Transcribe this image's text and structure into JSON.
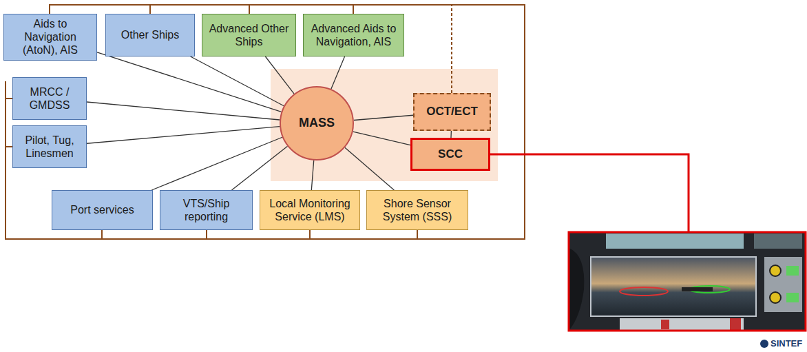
{
  "diagram": {
    "nodes": [
      {
        "text": [
          "Aids to Navigation (AtoN), AIS"
        ]
      },
      {
        "text": [
          "Other Ships"
        ]
      },
      {
        "text": [
          "Advanced Other Ships"
        ]
      },
      {
        "text": [
          "Advanced Aids to Navigation, AIS"
        ]
      },
      {
        "text": [
          "MRCC / GMDSS"
        ]
      },
      {
        "text": [
          "Pilot, Tug, Linesmen"
        ]
      },
      {
        "text": [
          "MASS"
        ]
      },
      {
        "text": [
          "OCT/ECT"
        ]
      },
      {
        "text": [
          "SCC"
        ]
      },
      {
        "text": [
          "Port services"
        ]
      },
      {
        "text": [
          "VTS/Ship reporting"
        ]
      },
      {
        "text": [
          "Local Monitoring Service (LMS)"
        ]
      },
      {
        "text": [
          "Shore Sensor System (SSS)"
        ]
      }
    ],
    "edges": [
      {
        "from": 6,
        "to": 0,
        "arrow": "none"
      },
      {
        "from": 6,
        "to": 1,
        "arrow": "none"
      },
      {
        "from": 6,
        "to": 2,
        "arrow": "none"
      },
      {
        "from": 6,
        "to": 3,
        "arrow": "none"
      },
      {
        "from": 6,
        "to": 4,
        "arrow": "none"
      },
      {
        "from": 6,
        "to": 5,
        "arrow": "none"
      },
      {
        "from": 6,
        "to": 7,
        "arrow": "none"
      },
      {
        "from": 6,
        "to": 8,
        "arrow": "none"
      },
      {
        "from": 6,
        "to": 9,
        "arrow": "none"
      },
      {
        "from": 6,
        "to": 10,
        "arrow": "none"
      },
      {
        "from": 6,
        "to": 11,
        "arrow": "none"
      },
      {
        "from": 6,
        "to": 12,
        "arrow": "none"
      },
      {
        "from": 7,
        "to": 8,
        "arrow": "none"
      }
    ],
    "labels": [
      "SINTEF"
    ]
  }
}
